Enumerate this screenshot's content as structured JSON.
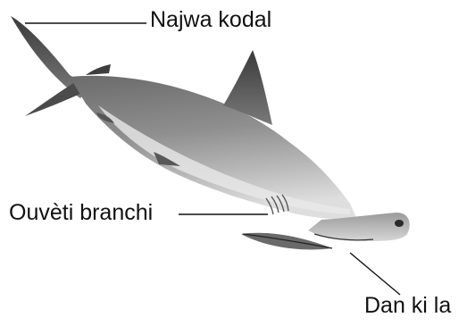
{
  "labels": {
    "tail_fin": "Najwa kodal",
    "gill_openings": "Ouvèti branchi",
    "mouth": "Dan ki la"
  },
  "colors": {
    "leader_line": "#111111"
  }
}
